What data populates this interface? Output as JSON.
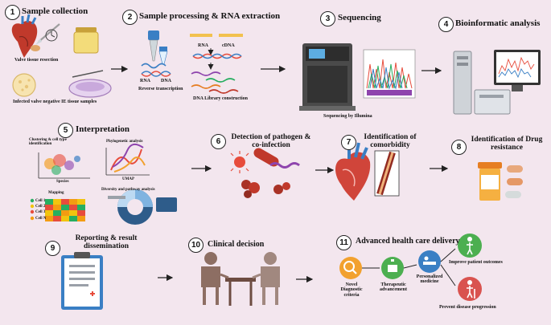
{
  "steps": [
    {
      "num": "1",
      "title": "Sample collection"
    },
    {
      "num": "2",
      "title": "Sample processing & RNA extraction"
    },
    {
      "num": "3",
      "title": "Sequencing"
    },
    {
      "num": "4",
      "title": "Bioinformatic analysis"
    },
    {
      "num": "5",
      "title": "Interpretation"
    },
    {
      "num": "6",
      "title": "Detection of pathogen & co-infection"
    },
    {
      "num": "7",
      "title": "Identification of comorbidity"
    },
    {
      "num": "8",
      "title": "Identification of Drug resistance"
    },
    {
      "num": "9",
      "title": "Reporting & result dissemination"
    },
    {
      "num": "10",
      "title": "Clinical decision"
    },
    {
      "num": "11",
      "title": "Advanced health care delivery"
    }
  ],
  "sample": {
    "valve_label": "Valve tissue resection",
    "infected_label": "Infected valve negative IE tissue samples"
  },
  "processing": {
    "rna": "RNA",
    "dna": "DNA",
    "rna2": "RNA",
    "cdna": "cDNA",
    "rt": "Reverse transcription",
    "library": "DNA Library construction"
  },
  "sequencing": {
    "caption": "Sequencing by Illumina"
  },
  "interpretation": {
    "clustering": "Clustering & cell type identification",
    "phylogenetic": "Phylogenetic analysis",
    "mapping": "Mapping",
    "diversity": "Diversity and pathway analysis",
    "umap": "UMAP",
    "species": "Species",
    "cells": [
      "Cell 1",
      "Cell 2",
      "Cell 3",
      "Cell N"
    ]
  },
  "delivery": {
    "novel": "Novel Diagnostic criteria",
    "therapeutic": "Therapeutic advancement",
    "personalized": "Personalized medicine",
    "improve": "Improve patient outcomes",
    "prevent": "Prevent disease progression"
  },
  "colors": {
    "background": "#f3e6ee",
    "arrow": "#222222",
    "orange": "#f2a12e",
    "green": "#4caf50",
    "blue": "#3a7fc4",
    "red": "#d9534f"
  }
}
